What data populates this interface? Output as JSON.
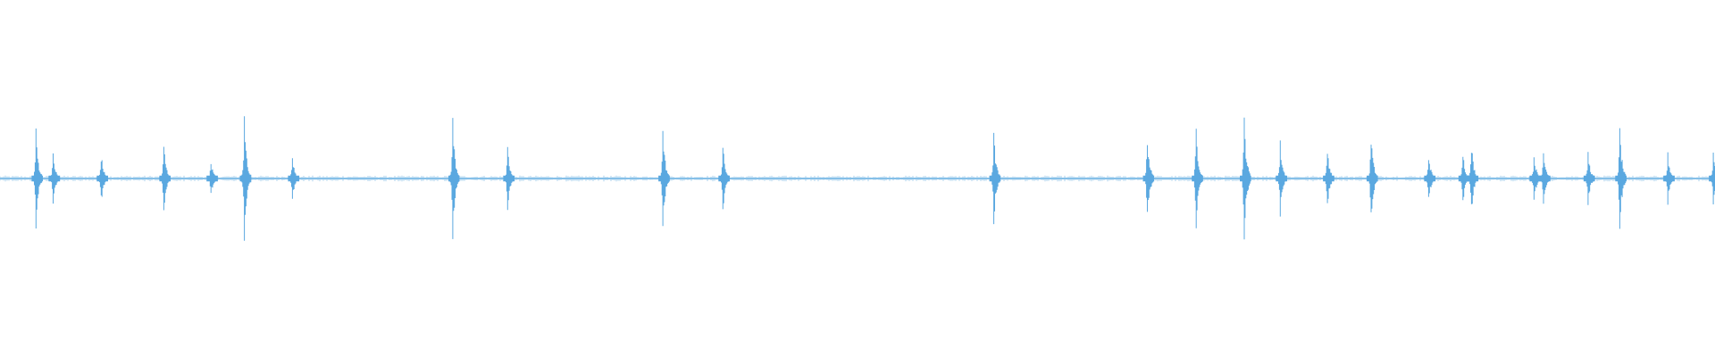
{
  "waveform": {
    "color": "#5aa8e0",
    "baseline_amplitude": 0.008,
    "peaks": [
      {
        "t": 0.021,
        "amp": 0.145
      },
      {
        "t": 0.031,
        "amp": 0.075
      },
      {
        "t": 0.059,
        "amp": 0.075
      },
      {
        "t": 0.0955,
        "amp": 0.105
      },
      {
        "t": 0.123,
        "amp": 0.055
      },
      {
        "t": 0.1425,
        "amp": 0.185
      },
      {
        "t": 0.1705,
        "amp": 0.075
      },
      {
        "t": 0.264,
        "amp": 0.18
      },
      {
        "t": 0.296,
        "amp": 0.09
      },
      {
        "t": 0.3865,
        "amp": 0.15
      },
      {
        "t": 0.4215,
        "amp": 0.1
      },
      {
        "t": 0.5795,
        "amp": 0.135
      },
      {
        "t": 0.669,
        "amp": 0.135
      },
      {
        "t": 0.6975,
        "amp": 0.155
      },
      {
        "t": 0.7255,
        "amp": 0.185
      },
      {
        "t": 0.7465,
        "amp": 0.11
      },
      {
        "t": 0.774,
        "amp": 0.095
      },
      {
        "t": 0.7995,
        "amp": 0.135
      },
      {
        "t": 0.833,
        "amp": 0.075
      },
      {
        "t": 0.853,
        "amp": 0.08
      },
      {
        "t": 0.858,
        "amp": 0.105
      },
      {
        "t": 0.8945,
        "amp": 0.075
      },
      {
        "t": 0.9,
        "amp": 0.095
      },
      {
        "t": 0.926,
        "amp": 0.08
      },
      {
        "t": 0.9445,
        "amp": 0.15
      },
      {
        "t": 0.9725,
        "amp": 0.075
      },
      {
        "t": 0.999,
        "amp": 0.085
      }
    ]
  }
}
